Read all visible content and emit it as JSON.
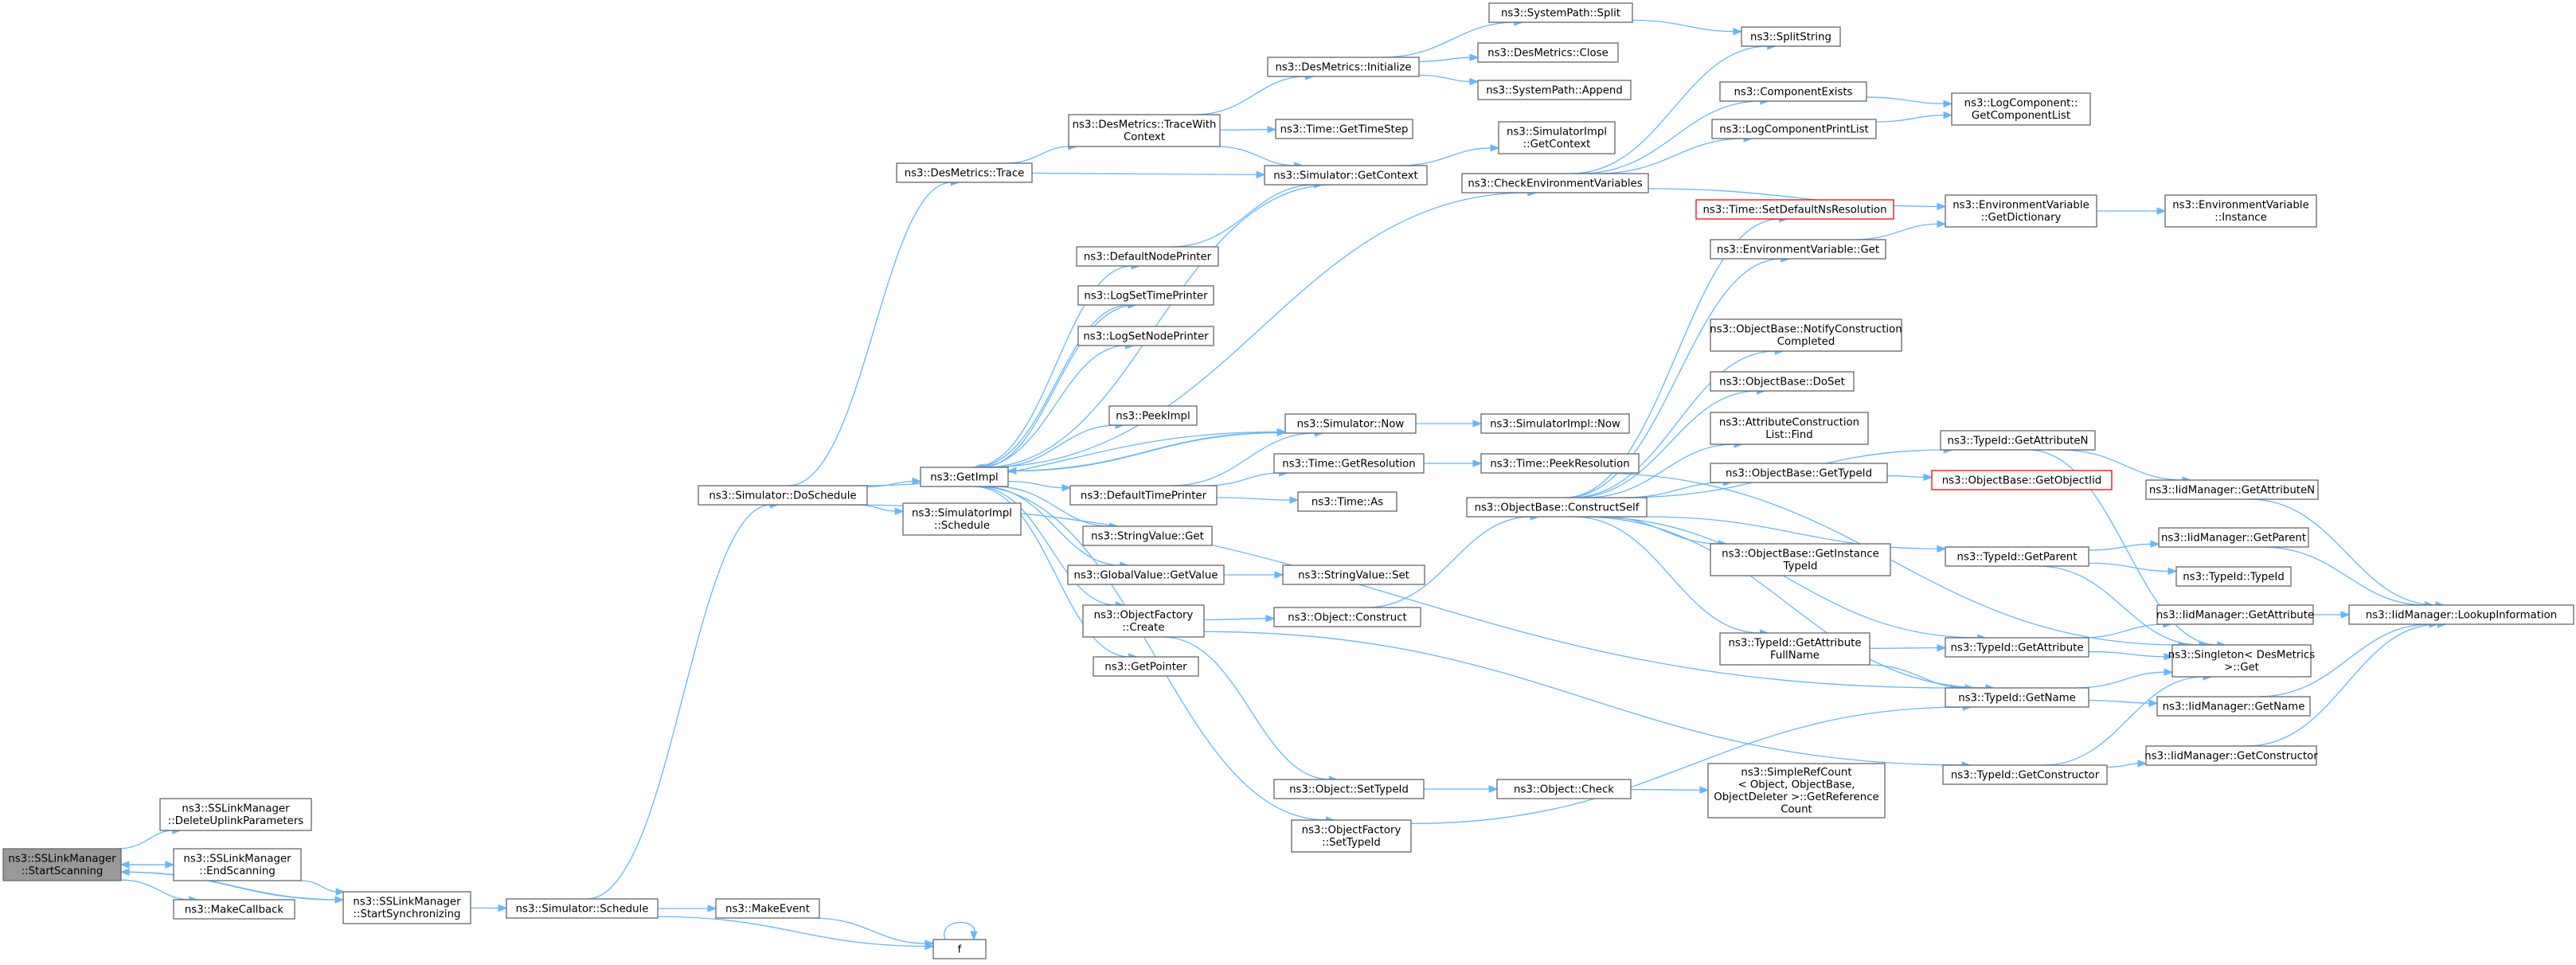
{
  "nodes": {
    "startScanning": {
      "lines": [
        "ns3::SSLinkManager",
        "::StartScanning"
      ],
      "style": "root"
    },
    "deleteUplink": {
      "lines": [
        "ns3::SSLinkManager",
        "::DeleteUplinkParameters"
      ]
    },
    "endScanning": {
      "lines": [
        "ns3::SSLinkManager",
        "::EndScanning"
      ]
    },
    "makeCallback": {
      "lines": [
        "ns3::MakeCallback"
      ]
    },
    "startSync": {
      "lines": [
        "ns3::SSLinkManager",
        "::StartSynchronizing"
      ]
    },
    "simSchedule": {
      "lines": [
        "ns3::Simulator::Schedule"
      ]
    },
    "makeEvent": {
      "lines": [
        "ns3::MakeEvent"
      ]
    },
    "f": {
      "lines": [
        "f"
      ]
    },
    "doSchedule": {
      "lines": [
        "ns3::Simulator::DoSchedule"
      ]
    },
    "desTrace": {
      "lines": [
        "ns3::DesMetrics::Trace"
      ]
    },
    "getImpl": {
      "lines": [
        "ns3::GetImpl"
      ]
    },
    "simImplSchedule": {
      "lines": [
        "ns3::SimulatorImpl",
        "::Schedule"
      ]
    },
    "traceWithCtx": {
      "lines": [
        "ns3::DesMetrics::TraceWith",
        "Context"
      ]
    },
    "desInit": {
      "lines": [
        "ns3::DesMetrics::Initialize"
      ]
    },
    "sysPathSplit": {
      "lines": [
        "ns3::SystemPath::Split"
      ]
    },
    "desClose": {
      "lines": [
        "ns3::DesMetrics::Close"
      ]
    },
    "sysPathAppend": {
      "lines": [
        "ns3::SystemPath::Append"
      ]
    },
    "timeGetTimeStep": {
      "lines": [
        "ns3::Time::GetTimeStep"
      ]
    },
    "simGetContext": {
      "lines": [
        "ns3::Simulator::GetContext"
      ]
    },
    "simImplGetContext": {
      "lines": [
        "ns3::SimulatorImpl",
        "::GetContext"
      ]
    },
    "splitString": {
      "lines": [
        "ns3::SplitString"
      ]
    },
    "componentExists": {
      "lines": [
        "ns3::ComponentExists"
      ]
    },
    "logComponentPrintList": {
      "lines": [
        "ns3::LogComponentPrintList"
      ]
    },
    "logComponentGetList": {
      "lines": [
        "ns3::LogComponent::",
        "GetComponentList"
      ]
    },
    "checkEnvVars": {
      "lines": [
        "ns3::CheckEnvironmentVariables"
      ]
    },
    "setDefaultNsRes": {
      "lines": [
        "ns3::Time::SetDefaultNsResolution"
      ],
      "style": "red"
    },
    "envVarGet": {
      "lines": [
        "ns3::EnvironmentVariable::Get"
      ]
    },
    "envVarGetDict": {
      "lines": [
        "ns3::EnvironmentVariable",
        "::GetDictionary"
      ]
    },
    "envVarInstance": {
      "lines": [
        "ns3::EnvironmentVariable",
        "::Instance"
      ]
    },
    "defaultNodePrinter": {
      "lines": [
        "ns3::DefaultNodePrinter"
      ]
    },
    "logSetTimePrinter": {
      "lines": [
        "ns3::LogSetTimePrinter"
      ]
    },
    "logSetNodePrinter": {
      "lines": [
        "ns3::LogSetNodePrinter"
      ]
    },
    "peekImpl": {
      "lines": [
        "ns3::PeekImpl"
      ]
    },
    "simNow": {
      "lines": [
        "ns3::Simulator::Now"
      ]
    },
    "simImplNow": {
      "lines": [
        "ns3::SimulatorImpl::Now"
      ]
    },
    "defaultTimePrinter": {
      "lines": [
        "ns3::DefaultTimePrinter"
      ]
    },
    "timeGetResolution": {
      "lines": [
        "ns3::Time::GetResolution"
      ]
    },
    "timePeekResolution": {
      "lines": [
        "ns3::Time::PeekResolution"
      ]
    },
    "timeAs": {
      "lines": [
        "ns3::Time::As"
      ]
    },
    "stringValueGet": {
      "lines": [
        "ns3::StringValue::Get"
      ]
    },
    "globalValueGetValue": {
      "lines": [
        "ns3::GlobalValue::GetValue"
      ]
    },
    "stringValueSet": {
      "lines": [
        "ns3::StringValue::Set"
      ]
    },
    "objFactoryCreate": {
      "lines": [
        "ns3::ObjectFactory",
        "::Create"
      ]
    },
    "objectConstruct": {
      "lines": [
        "ns3::Object::Construct"
      ]
    },
    "getPointer": {
      "lines": [
        "ns3::GetPointer"
      ]
    },
    "objectSetTypeId": {
      "lines": [
        "ns3::Object::SetTypeId"
      ]
    },
    "objectCheck": {
      "lines": [
        "ns3::Object::Check"
      ]
    },
    "simpleRefCount": {
      "lines": [
        "ns3::SimpleRefCount",
        "< Object, ObjectBase,",
        "ObjectDeleter >::GetReference",
        "Count"
      ]
    },
    "objFactorySetTypeId": {
      "lines": [
        "ns3::ObjectFactory",
        "::SetTypeId"
      ]
    },
    "objBaseConstructSelf": {
      "lines": [
        "ns3::ObjectBase::ConstructSelf"
      ]
    },
    "objBaseNotify": {
      "lines": [
        "ns3::ObjectBase::NotifyConstruction",
        "Completed"
      ]
    },
    "objBaseDoSet": {
      "lines": [
        "ns3::ObjectBase::DoSet"
      ]
    },
    "attrConstFind": {
      "lines": [
        "ns3::AttributeConstruction",
        "List::Find"
      ]
    },
    "objBaseGetTypeId": {
      "lines": [
        "ns3::ObjectBase::GetTypeId"
      ]
    },
    "objBaseGetObjectIid": {
      "lines": [
        "ns3::ObjectBase::GetObjectIid"
      ],
      "style": "red"
    },
    "objBaseGetInstTypeId": {
      "lines": [
        "ns3::ObjectBase::GetInstance",
        "TypeId"
      ]
    },
    "typeIdGetAttrFullName": {
      "lines": [
        "ns3::TypeId::GetAttribute",
        "FullName"
      ]
    },
    "typeIdGetAttributeN": {
      "lines": [
        "ns3::TypeId::GetAttributeN"
      ]
    },
    "iidMgrGetAttributeN": {
      "lines": [
        "ns3::IidManager::GetAttributeN"
      ]
    },
    "typeIdGetParent": {
      "lines": [
        "ns3::TypeId::GetParent"
      ]
    },
    "iidMgrGetParent": {
      "lines": [
        "ns3::IidManager::GetParent"
      ]
    },
    "typeIdTypeId": {
      "lines": [
        "ns3::TypeId::TypeId"
      ]
    },
    "typeIdGetAttribute": {
      "lines": [
        "ns3::TypeId::GetAttribute"
      ]
    },
    "iidMgrGetAttribute": {
      "lines": [
        "ns3::IidManager::GetAttribute"
      ]
    },
    "singletonGet": {
      "lines": [
        "ns3::Singleton< DesMetrics",
        " >::Get"
      ]
    },
    "typeIdGetName": {
      "lines": [
        "ns3::TypeId::GetName"
      ]
    },
    "iidMgrGetName": {
      "lines": [
        "ns3::IidManager::GetName"
      ]
    },
    "typeIdGetConstructor": {
      "lines": [
        "ns3::TypeId::GetConstructor"
      ]
    },
    "iidMgrGetConstructor": {
      "lines": [
        "ns3::IidManager::GetConstructor"
      ]
    },
    "iidMgrLookup": {
      "lines": [
        "ns3::IidManager::LookupInformation"
      ]
    }
  },
  "edges": [
    [
      "startScanning",
      "deleteUplink"
    ],
    [
      "startScanning",
      "endScanning"
    ],
    [
      "startScanning",
      "makeCallback"
    ],
    [
      "startScanning",
      "startSync"
    ],
    [
      "endScanning",
      "startScanning"
    ],
    [
      "endScanning",
      "startSync"
    ],
    [
      "startSync",
      "startScanning"
    ],
    [
      "startSync",
      "simSchedule"
    ],
    [
      "simSchedule",
      "doSchedule"
    ],
    [
      "simSchedule",
      "makeEvent"
    ],
    [
      "simSchedule",
      "f"
    ],
    [
      "makeEvent",
      "f"
    ],
    [
      "f",
      "f"
    ],
    [
      "doSchedule",
      "desTrace"
    ],
    [
      "doSchedule",
      "getImpl"
    ],
    [
      "doSchedule",
      "simImplSchedule"
    ],
    [
      "doSchedule",
      "simNow"
    ],
    [
      "doSchedule",
      "typeIdGetName"
    ],
    [
      "desTrace",
      "traceWithCtx"
    ],
    [
      "desTrace",
      "simGetContext"
    ],
    [
      "traceWithCtx",
      "desInit"
    ],
    [
      "traceWithCtx",
      "timeGetTimeStep"
    ],
    [
      "traceWithCtx",
      "simGetContext"
    ],
    [
      "desInit",
      "sysPathSplit"
    ],
    [
      "desInit",
      "desClose"
    ],
    [
      "desInit",
      "sysPathAppend"
    ],
    [
      "sysPathSplit",
      "splitString"
    ],
    [
      "simGetContext",
      "simImplGetContext"
    ],
    [
      "simGetContext",
      "getImpl"
    ],
    [
      "getImpl",
      "checkEnvVars"
    ],
    [
      "getImpl",
      "defaultNodePrinter"
    ],
    [
      "getImpl",
      "logSetTimePrinter"
    ],
    [
      "getImpl",
      "logSetNodePrinter"
    ],
    [
      "getImpl",
      "peekImpl"
    ],
    [
      "getImpl",
      "simNow"
    ],
    [
      "getImpl",
      "defaultTimePrinter"
    ],
    [
      "getImpl",
      "stringValueGet"
    ],
    [
      "getImpl",
      "globalValueGetValue"
    ],
    [
      "getImpl",
      "objFactoryCreate"
    ],
    [
      "getImpl",
      "getPointer"
    ],
    [
      "getImpl",
      "objFactorySetTypeId"
    ],
    [
      "defaultNodePrinter",
      "simGetContext"
    ],
    [
      "logSetTimePrinter",
      "getImpl"
    ],
    [
      "simNow",
      "simImplNow"
    ],
    [
      "simNow",
      "getImpl"
    ],
    [
      "defaultTimePrinter",
      "simNow"
    ],
    [
      "defaultTimePrinter",
      "timeGetResolution"
    ],
    [
      "defaultTimePrinter",
      "timeAs"
    ],
    [
      "timeGetResolution",
      "timePeekResolution"
    ],
    [
      "timePeekResolution",
      "singletonGet"
    ],
    [
      "globalValueGetValue",
      "stringValueSet"
    ],
    [
      "objFactoryCreate",
      "objectConstruct"
    ],
    [
      "objFactoryCreate",
      "objectSetTypeId"
    ],
    [
      "objFactoryCreate",
      "typeIdGetConstructor"
    ],
    [
      "objectConstruct",
      "objBaseConstructSelf"
    ],
    [
      "objectSetTypeId",
      "objectCheck"
    ],
    [
      "objectCheck",
      "simpleRefCount"
    ],
    [
      "objFactorySetTypeId",
      "typeIdGetName"
    ],
    [
      "checkEnvVars",
      "splitString"
    ],
    [
      "checkEnvVars",
      "componentExists"
    ],
    [
      "checkEnvVars",
      "logComponentPrintList"
    ],
    [
      "checkEnvVars",
      "envVarGetDict"
    ],
    [
      "componentExists",
      "logComponentGetList"
    ],
    [
      "logComponentPrintList",
      "logComponentGetList"
    ],
    [
      "envVarGet",
      "envVarGetDict"
    ],
    [
      "envVarGetDict",
      "envVarInstance"
    ],
    [
      "objBaseConstructSelf",
      "setDefaultNsRes"
    ],
    [
      "objBaseConstructSelf",
      "envVarGet"
    ],
    [
      "objBaseConstructSelf",
      "objBaseNotify"
    ],
    [
      "objBaseConstructSelf",
      "objBaseDoSet"
    ],
    [
      "objBaseConstructSelf",
      "attrConstFind"
    ],
    [
      "objBaseConstructSelf",
      "objBaseGetTypeId"
    ],
    [
      "objBaseConstructSelf",
      "objBaseGetInstTypeId"
    ],
    [
      "objBaseConstructSelf",
      "typeIdGetAttrFullName"
    ],
    [
      "objBaseConstructSelf",
      "typeIdGetAttributeN"
    ],
    [
      "objBaseConstructSelf",
      "typeIdGetParent"
    ],
    [
      "objBaseConstructSelf",
      "typeIdGetAttribute"
    ],
    [
      "objBaseConstructSelf",
      "typeIdGetName"
    ],
    [
      "objBaseGetTypeId",
      "objBaseGetObjectIid"
    ],
    [
      "typeIdGetAttrFullName",
      "typeIdGetAttribute"
    ],
    [
      "typeIdGetAttrFullName",
      "typeIdGetName"
    ],
    [
      "typeIdGetAttributeN",
      "iidMgrGetAttributeN"
    ],
    [
      "typeIdGetAttributeN",
      "singletonGet"
    ],
    [
      "iidMgrGetAttributeN",
      "iidMgrLookup"
    ],
    [
      "typeIdGetParent",
      "iidMgrGetParent"
    ],
    [
      "typeIdGetParent",
      "typeIdTypeId"
    ],
    [
      "typeIdGetParent",
      "singletonGet"
    ],
    [
      "iidMgrGetParent",
      "iidMgrLookup"
    ],
    [
      "typeIdGetAttribute",
      "iidMgrGetAttribute"
    ],
    [
      "typeIdGetAttribute",
      "singletonGet"
    ],
    [
      "iidMgrGetAttribute",
      "iidMgrLookup"
    ],
    [
      "typeIdGetName",
      "iidMgrGetName"
    ],
    [
      "typeIdGetName",
      "singletonGet"
    ],
    [
      "iidMgrGetName",
      "iidMgrLookup"
    ],
    [
      "typeIdGetConstructor",
      "iidMgrGetConstructor"
    ],
    [
      "typeIdGetConstructor",
      "singletonGet"
    ],
    [
      "iidMgrGetConstructor",
      "iidMgrLookup"
    ]
  ]
}
